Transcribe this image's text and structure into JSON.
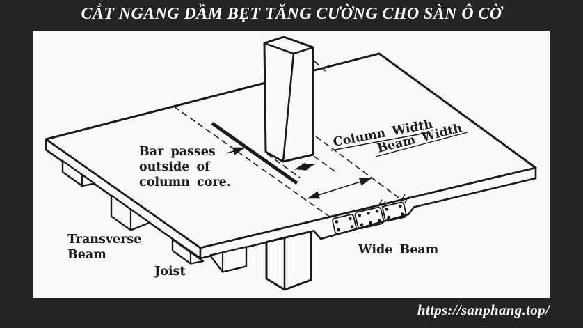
{
  "colors": {
    "background": "#242424",
    "paper": "#f9f9f9",
    "line": "#1a1a1a",
    "text_light": "#fdfdfd"
  },
  "header": {
    "title": "CẮT NGANG DẦM BẸT TĂNG CƯỜNG CHO SÀN Ô CỜ"
  },
  "footer": {
    "url": "https://sanphang.top/"
  },
  "diagram": {
    "note": {
      "line1": "Bar passes",
      "line2": "outside of",
      "line3": "column core."
    },
    "dimensions": {
      "column_width": "Column Width",
      "beam_width": "Beam Width"
    },
    "labels": {
      "transverse_beam_line1": "Transverse",
      "transverse_beam_line2": "Beam",
      "joist": "Joist",
      "wide_beam": "Wide Beam"
    }
  }
}
